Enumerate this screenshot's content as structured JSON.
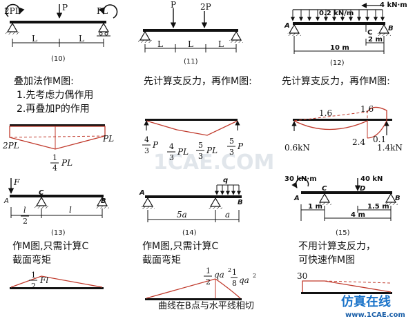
{
  "watermark": "1CAE.COM",
  "logo": {
    "cn": "仿真在线",
    "url": "www.1CAE.com"
  },
  "p10": {
    "fig": "(10)",
    "load_left": "2PL",
    "load_mid": "P",
    "load_right": "PL",
    "span1": "L",
    "span2": "L",
    "note_title": "叠加法作M图:",
    "note1": "1.先考虑力偶作用",
    "note2": "2.再叠加P的作用",
    "m_left": "2PL",
    "m_right": "PL",
    "m_mid_num": "1",
    "m_mid_den": "4",
    "m_mid_unit": "PL"
  },
  "p11": {
    "fig": "(11)",
    "load1": "P",
    "load2": "2P",
    "span1": "L",
    "span2": "L",
    "span3": "L",
    "note": "先计算支反力，再作M图:",
    "r_left_num": "4",
    "r_left_den": "3",
    "r_left_unit": "P",
    "m1_num": "4",
    "m1_den": "3",
    "m1_unit": "PL",
    "m2_num": "5",
    "m2_den": "3",
    "m2_unit": "PL",
    "r_right_num": "5",
    "r_right_den": "3",
    "r_right_unit": "P"
  },
  "p12": {
    "fig": "(12)",
    "load_q": "0.2 kN/m",
    "couple": "4 kN·m",
    "pt_a": "A",
    "pt_b": "B",
    "pt_c": "C",
    "dim_total": "10 m",
    "dim_right": "2 m",
    "note": "先计算支反力，再作M图:",
    "val_16a": "1.6",
    "val_16b": "1.6",
    "val_24": "2.4",
    "val_01": "0.1",
    "r_left": "0.6kN",
    "r_right": "1.4kN"
  },
  "p13": {
    "fig": "(13)",
    "force": "F",
    "pt_a": "A",
    "pt_b": "B",
    "pt_c": "C",
    "dim1_num": "l",
    "dim1_den": "2",
    "dim2": "l",
    "note1": "作M图,只需计算C",
    "note2": "截面弯矩",
    "m_num": "1",
    "m_den": "2",
    "m_unit": "Fl"
  },
  "p14": {
    "fig": "(14)",
    "load_q": "q",
    "pt_a": "A",
    "pt_b": "B",
    "dim1": "5a",
    "dim2": "a",
    "note1": "作M图,只需计算C",
    "note2": "截面弯矩",
    "m1_num": "1",
    "m1_den": "2",
    "m1_unit": "qa",
    "m1_exp": "2",
    "m2_num": "1",
    "m2_den": "8",
    "m2_unit": "qa",
    "m2_exp": "2",
    "caption": "曲线在B点与水平线相切"
  },
  "p15": {
    "fig": "(15)",
    "couple": "30 kN·m",
    "force": "40 kN",
    "pt_a": "A",
    "pt_b": "B",
    "pt_c": "C",
    "pt_d": "D",
    "dim1": "1 m",
    "dim2": "4 m",
    "dim3": "1.5 m",
    "note1": "不用计算支反力，",
    "note2": "可快速作M图",
    "m_val": "30"
  }
}
